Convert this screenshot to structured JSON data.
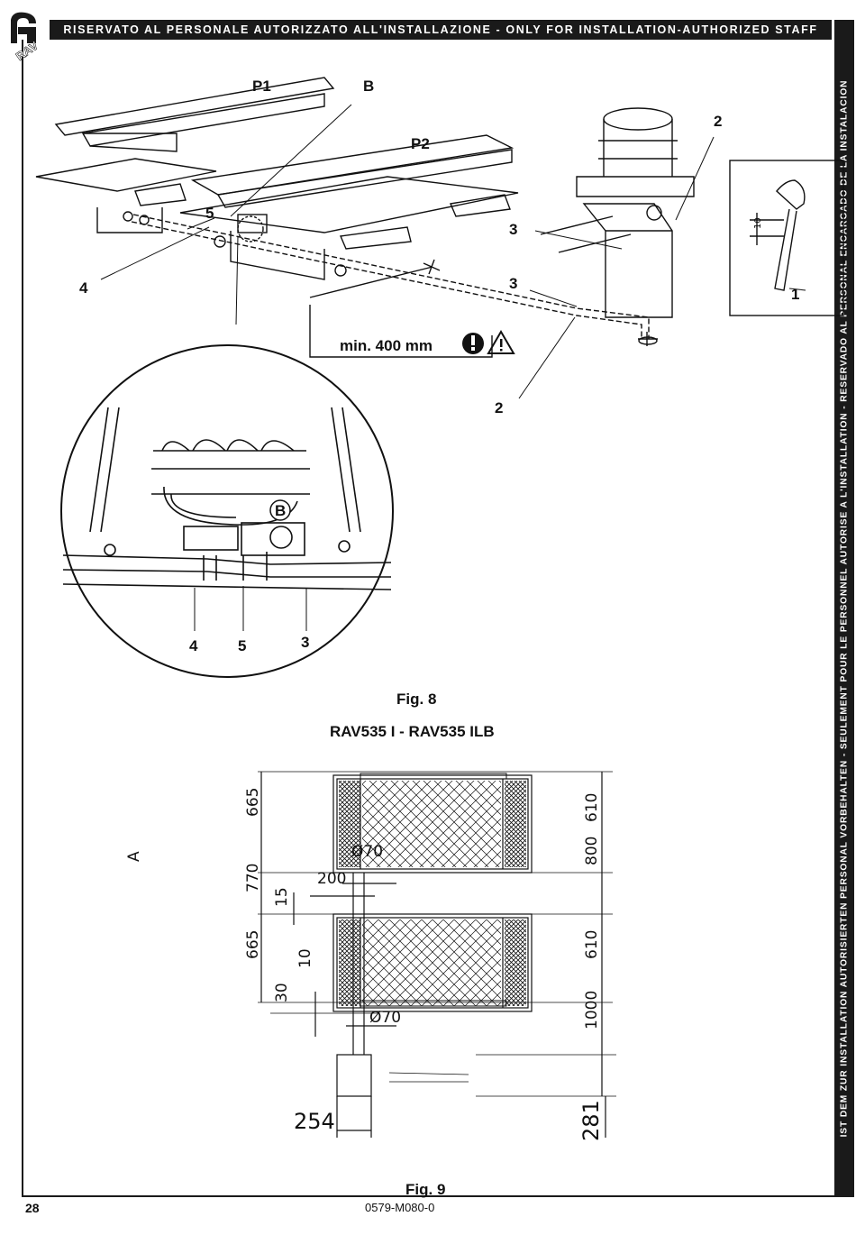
{
  "header": {
    "banner_text": "RISERVATO AL PERSONALE AUTORIZZATO ALL'INSTALLAZIONE - ONLY FOR INSTALLATION-AUTHORIZED STAFF",
    "side_text": "IST DEM ZUR INSTALLATION AUTORISIERTEN PERSONAL VORBEHALTEN - SEULEMENT POUR LE PERSONNEL AUTORISE A L'INSTALLATION - RESERVADO AL PERSONAL ENCARGADO DE LA INSTALACION"
  },
  "figure8": {
    "label_p1": "P1",
    "label_p2": "P2",
    "label_b": "B",
    "callout_1": "1",
    "callout_2": "2",
    "callout_3": "3",
    "callout_4": "4",
    "callout_5": "5",
    "gauge_dim": "10",
    "min_distance": "min. 400 mm",
    "caption": "Fig. 8"
  },
  "model_title": "RAV535 I - RAV535 ILB",
  "figure9": {
    "label_a": "A",
    "dim_665": "665",
    "dim_770": "770",
    "dim_15": "15",
    "dim_10": "10",
    "dim_30": "30",
    "dim_200": "200",
    "dim_diam70": "Ø70",
    "dim_610": "610",
    "dim_800": "800",
    "dim_1000": "1000",
    "dim_254": "254",
    "dim_281": "281",
    "caption": "Fig. 9"
  },
  "footer": {
    "page_number": "28",
    "doc_code": "0579-M080-0"
  }
}
